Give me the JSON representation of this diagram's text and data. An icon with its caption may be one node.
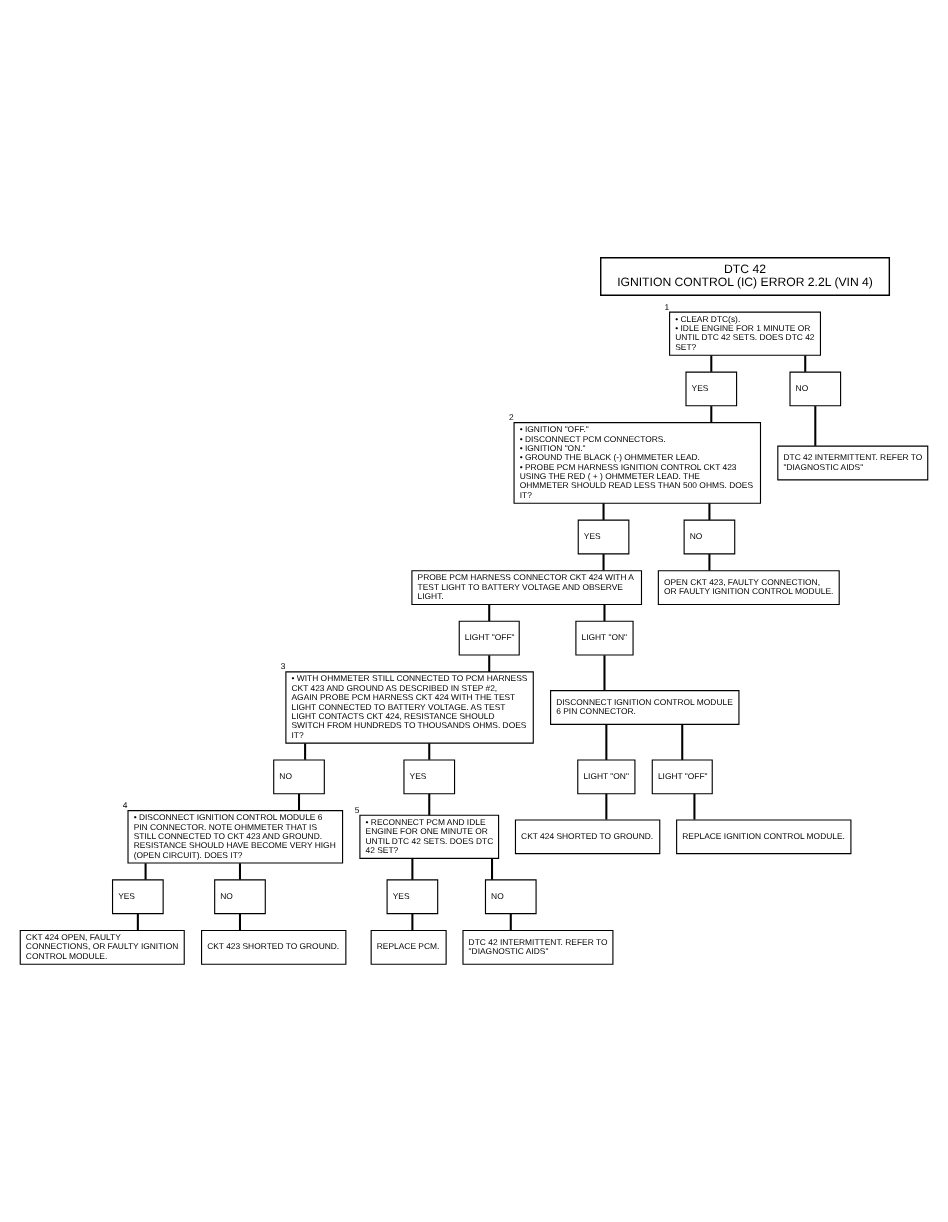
{
  "diagram": {
    "nodes": [
      {
        "text": [
          "DTC 42",
          "IGNITION CONTROL (IC) ERROR 2.2L (VIN 4)"
        ]
      },
      {
        "text": [
          "• CLEAR DTC(s).",
          "• IDLE ENGINE FOR 1 MINUTE OR UNTIL DTC 42 SETS. DOES DTC 42 SET?"
        ],
        "beside": [
          "1"
        ]
      },
      {
        "text": [
          "YES"
        ]
      },
      {
        "text": [
          "NO"
        ]
      },
      {
        "text": [
          "• IGNITION \"OFF.\"",
          "• DISCONNECT PCM CONNECTORS.",
          "• IGNITION \"ON.\"",
          "• GROUND THE BLACK (-) OHMMETER LEAD.",
          "• PROBE PCM HARNESS IGNITION CONTROL CKT 423 USING THE RED ( + ) OHMMETER LEAD. THE OHMMETER SHOULD READ LESS THAN 500 OHMS. DOES IT?"
        ],
        "beside": [
          "2"
        ]
      },
      {
        "text": [
          "DTC 42 INTERMITTENT. REFER TO \"DIAGNOSTIC AIDS\""
        ]
      },
      {
        "text": [
          "YES"
        ]
      },
      {
        "text": [
          "NO"
        ]
      },
      {
        "text": [
          "PROBE PCM HARNESS CONNECTOR CKT 424 WITH A TEST LIGHT TO BATTERY VOLTAGE AND OBSERVE LIGHT."
        ]
      },
      {
        "text": [
          "OPEN CKT 423, FAULTY CONNECTION, OR FAULTY IGNITION CONTROL MODULE."
        ]
      },
      {
        "text": [
          "LIGHT \"OFF\""
        ]
      },
      {
        "text": [
          "LIGHT \"ON\""
        ]
      },
      {
        "text": [
          "• WITH OHMMETER STILL CONNECTED TO PCM HARNESS CKT 423 AND GROUND AS DESCRIBED IN STEP #2, AGAIN PROBE PCM HARNESS CKT 424 WITH THE TEST LIGHT CONNECTED TO BATTERY VOLTAGE. AS TEST LIGHT CONTACTS CKT 424, RESISTANCE SHOULD SWITCH FROM HUNDREDS TO THOUSANDS OHMS. DOES IT?"
        ],
        "beside": [
          "3"
        ]
      },
      {
        "text": [
          "DISCONNECT IGNITION CONTROL MODULE 6 PIN CONNECTOR."
        ]
      },
      {
        "text": [
          "LIGHT \"ON\""
        ]
      },
      {
        "text": [
          "LIGHT \"OFF\""
        ]
      },
      {
        "text": [
          "CKT 424 SHORTED TO GROUND."
        ]
      },
      {
        "text": [
          "REPLACE IGNITION CONTROL MODULE."
        ]
      },
      {
        "text": [
          "NO"
        ]
      },
      {
        "text": [
          "YES"
        ]
      },
      {
        "text": [
          "• DISCONNECT IGNITION CONTROL MODULE 6 PIN CONNECTOR. NOTE OHMMETER THAT IS STILL CONNECTED TO CKT 423 AND GROUND. RESISTANCE SHOULD HAVE BECOME VERY HIGH (OPEN CIRCUIT). DOES IT?"
        ],
        "beside": [
          "4"
        ]
      },
      {
        "text": [
          "• RECONNECT PCM AND IDLE ENGINE FOR ONE MINUTE OR UNTIL DTC 42 SETS. DOES DTC 42 SET?"
        ],
        "beside": [
          "5"
        ]
      },
      {
        "text": [
          "YES"
        ]
      },
      {
        "text": [
          "NO"
        ]
      },
      {
        "text": [
          "YES"
        ]
      },
      {
        "text": [
          "NO"
        ]
      },
      {
        "text": [
          "CKT 424 OPEN, FAULTY CONNECTIONS, OR FAULTY IGNITION CONTROL MODULE."
        ]
      },
      {
        "text": [
          "CKT 423 SHORTED TO GROUND."
        ]
      },
      {
        "text": [
          "REPLACE PCM."
        ]
      },
      {
        "text": [
          "DTC 42 INTERMITTENT. REFER TO \"DIAGNOSTIC AIDS\""
        ]
      }
    ],
    "edges": [
      {
        "from": 1,
        "to": 2,
        "arrow": "none"
      },
      {
        "from": 1,
        "to": 3,
        "arrow": "none"
      },
      {
        "from": 2,
        "to": 4,
        "arrow": "none"
      },
      {
        "from": 3,
        "to": 5,
        "arrow": "none"
      },
      {
        "from": 4,
        "to": 6,
        "arrow": "none"
      },
      {
        "from": 4,
        "to": 7,
        "arrow": "none"
      },
      {
        "from": 6,
        "to": 8,
        "arrow": "none"
      },
      {
        "from": 7,
        "to": 9,
        "arrow": "none"
      },
      {
        "from": 8,
        "to": 10,
        "arrow": "none"
      },
      {
        "from": 8,
        "to": 11,
        "arrow": "none"
      },
      {
        "from": 10,
        "to": 12,
        "arrow": "none"
      },
      {
        "from": 11,
        "to": 13,
        "arrow": "none"
      },
      {
        "from": 13,
        "to": 14,
        "arrow": "none"
      },
      {
        "from": 13,
        "to": 15,
        "arrow": "none"
      },
      {
        "from": 14,
        "to": 16,
        "arrow": "none"
      },
      {
        "from": 15,
        "to": 17,
        "arrow": "none"
      },
      {
        "from": 12,
        "to": 18,
        "arrow": "none"
      },
      {
        "from": 12,
        "to": 19,
        "arrow": "none"
      },
      {
        "from": 18,
        "to": 20,
        "arrow": "none"
      },
      {
        "from": 19,
        "to": 21,
        "arrow": "none"
      },
      {
        "from": 20,
        "to": 22,
        "arrow": "none"
      },
      {
        "from": 20,
        "to": 23,
        "arrow": "none"
      },
      {
        "from": 22,
        "to": 26,
        "arrow": "none"
      },
      {
        "from": 23,
        "to": 27,
        "arrow": "none"
      },
      {
        "from": 21,
        "to": 24,
        "arrow": "none"
      },
      {
        "from": 21,
        "to": 25,
        "arrow": "none"
      },
      {
        "from": 24,
        "to": 28,
        "arrow": "none"
      },
      {
        "from": 25,
        "to": 29,
        "arrow": "none"
      }
    ]
  }
}
